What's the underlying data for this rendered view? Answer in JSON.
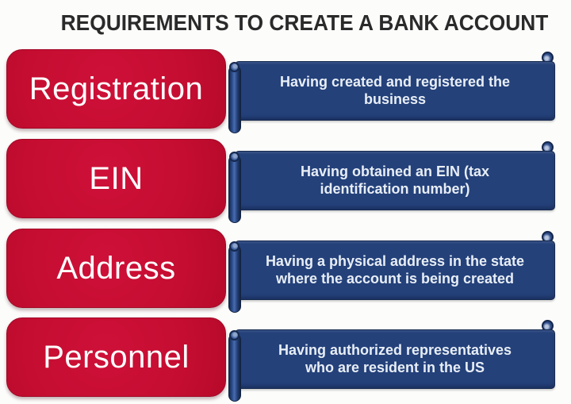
{
  "title": "REQUIREMENTS TO CREATE A BANK ACCOUNT",
  "colors": {
    "label_red": "#C50D31",
    "banner_blue": "#24417A",
    "banner_outline": "#16294E",
    "banner_text": "#E8EEF6",
    "label_text": "#FFFFFF",
    "title_text": "#2A2A2A",
    "background": "#FCFCFB"
  },
  "rows": [
    {
      "label": "Registration",
      "description_lines": [
        "Having created and registered the",
        "business"
      ]
    },
    {
      "label": "EIN",
      "description_lines": [
        "Having obtained an EIN (tax",
        "identification number)"
      ]
    },
    {
      "label": "Address",
      "description_lines": [
        "Having a physical address in the state",
        "where the account is being created"
      ]
    },
    {
      "label": "Personnel",
      "description_lines": [
        "Having authorized representatives",
        "who are resident in the US"
      ]
    }
  ]
}
